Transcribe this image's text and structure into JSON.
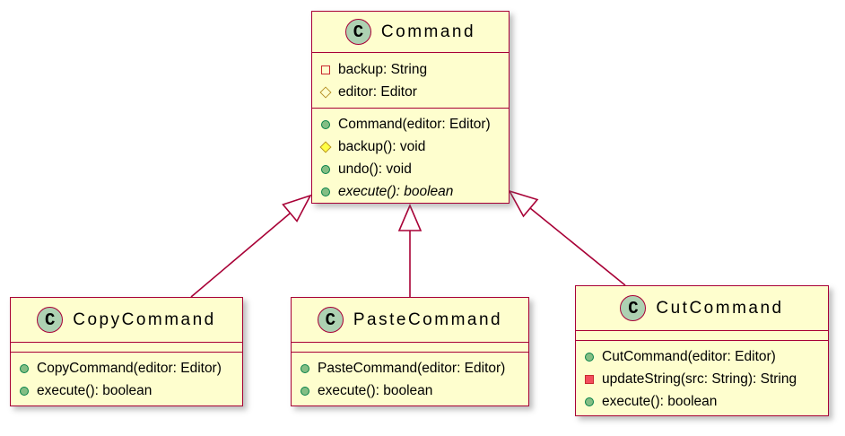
{
  "diagram": {
    "type": "uml-class-diagram",
    "colors": {
      "background": "#ffffff",
      "class_fill": "#FEFECE",
      "class_border": "#A80036",
      "relation_line": "#A80036",
      "spot_circle_fill": "#ADD1B2",
      "public_icon_green": "#84BE84",
      "protected_icon_yellow": "#FFFF44",
      "private_icon_red": "#F24D5C"
    }
  },
  "classes": [
    {
      "id": "command",
      "spot": "C",
      "name": "Command",
      "fields": [
        {
          "icon": "private-field-icon",
          "visibility": "private",
          "text": "backup: String"
        },
        {
          "icon": "protected-field-icon",
          "visibility": "protected",
          "text": "editor: Editor"
        }
      ],
      "methods": [
        {
          "icon": "public-method-icon",
          "visibility": "public",
          "text": "Command(editor: Editor)"
        },
        {
          "icon": "protected-method-icon",
          "visibility": "protected",
          "text": "backup(): void"
        },
        {
          "icon": "public-method-icon",
          "visibility": "public",
          "text": "undo(): void"
        },
        {
          "icon": "public-method-icon",
          "visibility": "public",
          "text": "execute(): boolean",
          "italic": true
        }
      ]
    },
    {
      "id": "copy-command",
      "spot": "C",
      "name": "CopyCommand",
      "fields": [],
      "methods": [
        {
          "icon": "public-method-icon",
          "visibility": "public",
          "text": "CopyCommand(editor: Editor)"
        },
        {
          "icon": "public-method-icon",
          "visibility": "public",
          "text": "execute(): boolean"
        }
      ]
    },
    {
      "id": "paste-command",
      "spot": "C",
      "name": "PasteCommand",
      "fields": [],
      "methods": [
        {
          "icon": "public-method-icon",
          "visibility": "public",
          "text": "PasteCommand(editor: Editor)"
        },
        {
          "icon": "public-method-icon",
          "visibility": "public",
          "text": "execute(): boolean"
        }
      ]
    },
    {
      "id": "cut-command",
      "spot": "C",
      "name": "CutCommand",
      "fields": [],
      "methods": [
        {
          "icon": "public-method-icon",
          "visibility": "public",
          "text": "CutCommand(editor: Editor)"
        },
        {
          "icon": "private-method-icon",
          "visibility": "private",
          "text": "updateString(src: String): String"
        },
        {
          "icon": "public-method-icon",
          "visibility": "public",
          "text": "execute(): boolean"
        }
      ]
    }
  ],
  "relations": [
    {
      "from": "CopyCommand",
      "to": "Command",
      "type": "inheritance"
    },
    {
      "from": "PasteCommand",
      "to": "Command",
      "type": "inheritance"
    },
    {
      "from": "CutCommand",
      "to": "Command",
      "type": "inheritance"
    }
  ]
}
